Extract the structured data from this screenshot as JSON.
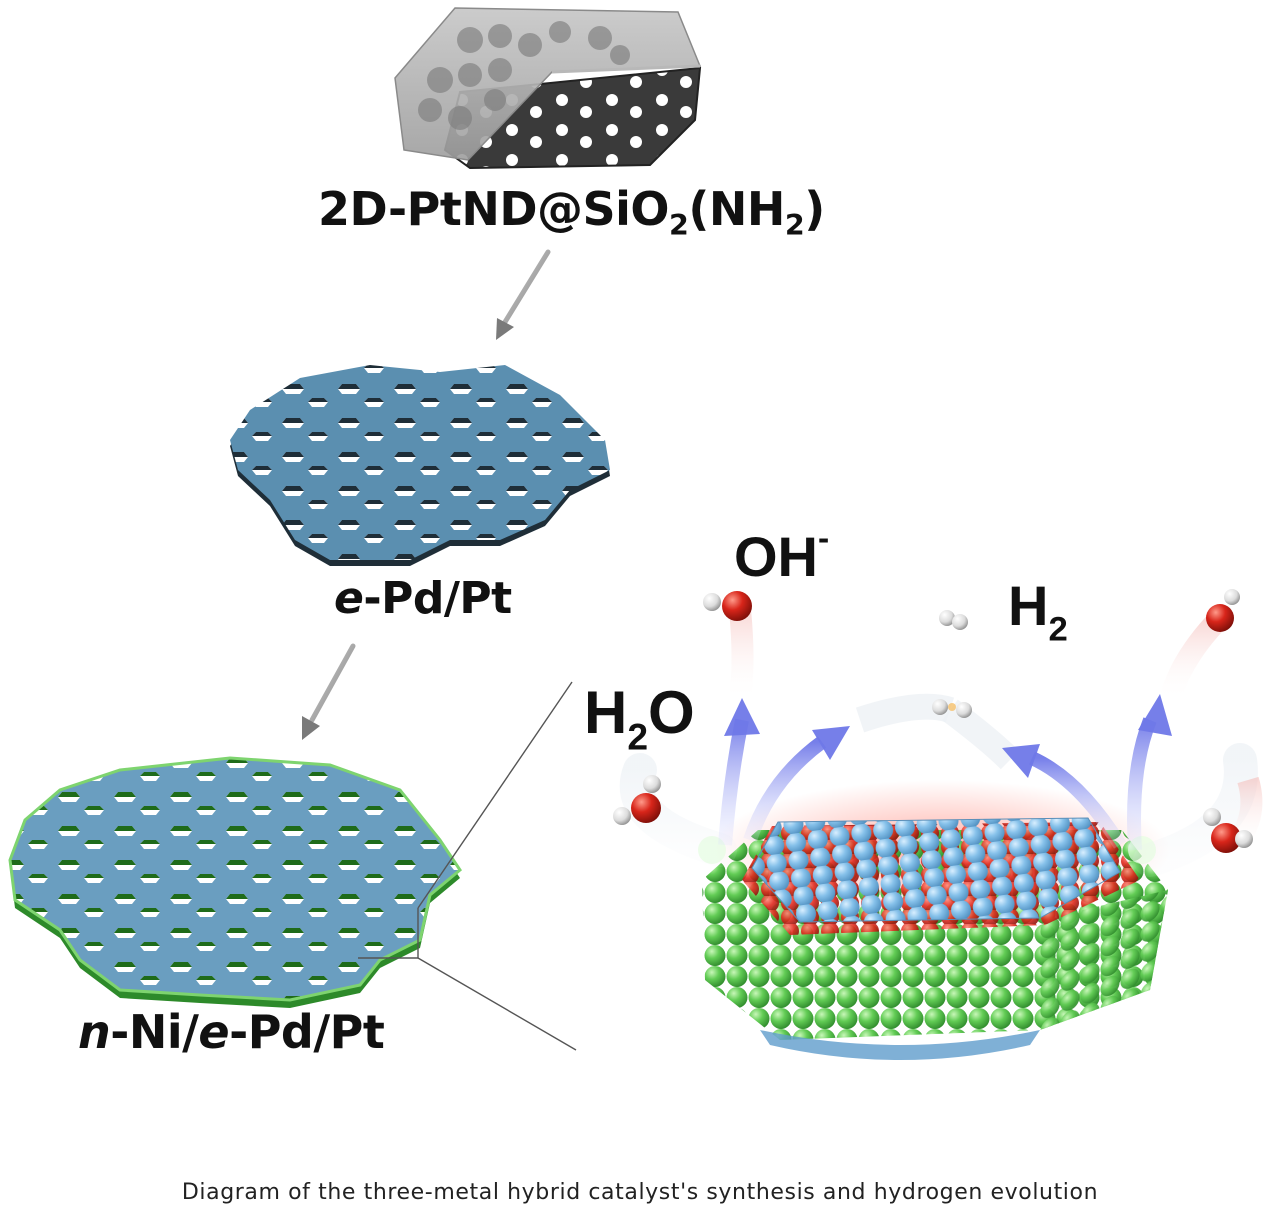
{
  "figure": {
    "caption": "Diagram of the three-metal hybrid catalyst's synthesis and hydrogen evolution",
    "stages": [
      {
        "id": "stage-1",
        "prefix": "2D-PtND@SiO",
        "sub1": "2",
        "mid": "(NH",
        "sub2": "2",
        "suffix": ")",
        "full_label": "2D-PtND@SiO2(NH2)",
        "description": "Dark Pt nanodendrite sheet partially covered by translucent silica shell"
      },
      {
        "id": "stage-2",
        "italic_prefix": "e",
        "rest": "-Pd/Pt",
        "full_label": "e-Pd/Pt",
        "description": "Blue porous hexagonal-lattice nanosheet"
      },
      {
        "id": "stage-3",
        "italic_prefix": "n",
        "middle": "-Ni/",
        "italic_prefix2": "e",
        "rest": "-Pd/Pt",
        "full_label": "n-Ni/e-Pd/Pt",
        "description": "Blue porous nanosheet with green Ni edges"
      }
    ],
    "arrows": [
      {
        "from": "stage-1",
        "to": "stage-2"
      },
      {
        "from": "stage-2",
        "to": "stage-3"
      }
    ],
    "magnified_view": {
      "description": "Hexagonal atomic particle: blue top layer, red interlayer, green outer shell",
      "molecule_labels": {
        "water": {
          "base": "H",
          "sub": "2",
          "tail": "O",
          "full": "H2O"
        },
        "hydroxide": {
          "base": "OH",
          "sup": "-",
          "full": "OH-"
        },
        "hydrogen": {
          "base": "H",
          "sub": "2",
          "full": "H2"
        }
      }
    },
    "colors": {
      "pt_sheet": "#3a3a3a",
      "silica_shell": "#9a9a9a",
      "pdpt_blue": "#5b8fb0",
      "ni_green": "#4cb04a",
      "top_atoms_blue": "#7fb8e0",
      "interlayer_red": "#e23a2a",
      "oxygen_red": "#d0201a",
      "hydrogen_white": "#e8e8e8",
      "reaction_arrow": "#7f86e8",
      "gray_arrow": "#8a8a8a"
    }
  }
}
